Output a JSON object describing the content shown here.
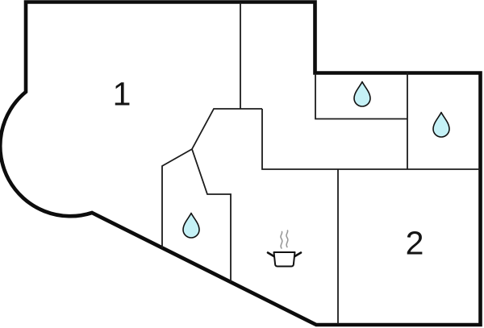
{
  "floor_plan": {
    "rooms": [
      {
        "label": "1"
      },
      {
        "label": "2"
      }
    ],
    "icons": {
      "water_drop_count": 3,
      "water_drop_name": "water-drop-icon",
      "cooking_pot_name": "cooking-pot-icon",
      "steam_name": "steam-icon"
    },
    "colors": {
      "background": "#ffffff",
      "outer_wall": "#0d0d0d",
      "interior_wall": "#1c1c1c",
      "water_drop_fill": "#c5f1f6",
      "water_drop_stroke": "#111111",
      "pot_stroke": "#111111",
      "pot_fill": "#ffffff",
      "steam": "#999999",
      "label_color": "#141414"
    }
  }
}
